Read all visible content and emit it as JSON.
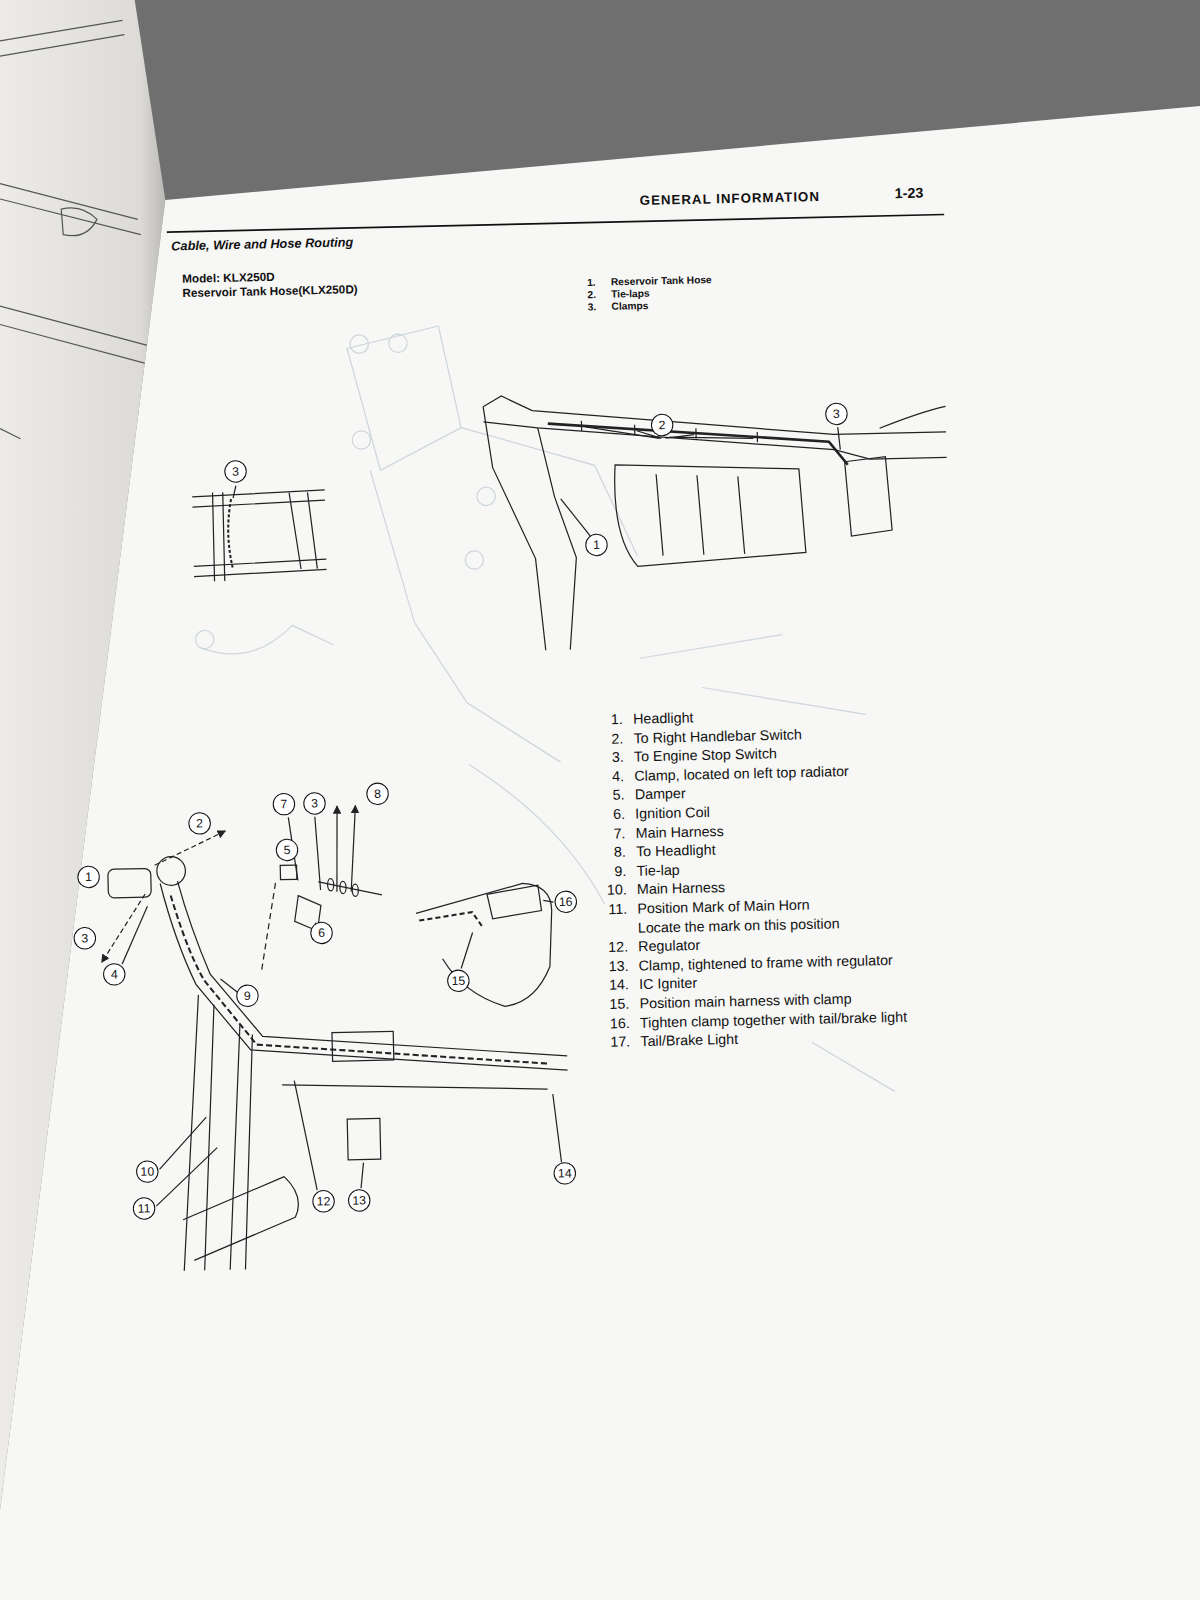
{
  "diagram": {
    "title": "Cable, Wire and Hose Routing",
    "nodes": [
      {
        "text": [
          "2"
        ]
      },
      {
        "text": [
          "3"
        ]
      },
      {
        "text": [
          "3"
        ]
      },
      {
        "text": [
          "1"
        ]
      },
      {
        "text": [
          "8"
        ]
      },
      {
        "text": [
          "7"
        ]
      },
      {
        "text": [
          "3"
        ]
      },
      {
        "text": [
          "2"
        ]
      },
      {
        "text": [
          "5"
        ]
      },
      {
        "text": [
          "1"
        ]
      },
      {
        "text": [
          "16"
        ]
      },
      {
        "text": [
          "3"
        ]
      },
      {
        "text": [
          "6"
        ]
      },
      {
        "text": [
          "4"
        ]
      },
      {
        "text": [
          "15"
        ]
      },
      {
        "text": [
          "9"
        ]
      },
      {
        "text": [
          "10"
        ]
      },
      {
        "text": [
          "14"
        ]
      },
      {
        "text": [
          "11"
        ]
      },
      {
        "text": [
          "12"
        ]
      },
      {
        "text": [
          "13"
        ]
      }
    ],
    "labels": [
      "GENERAL INFORMATION",
      "1-23",
      "Model: KLX250D",
      "Reservoir Tank Hose(KLX250D)",
      "1.",
      "Reservoir Tank Hose",
      "2.",
      "Tie-laps",
      "3.",
      "Clamps",
      "1.",
      "Headlight",
      "2.",
      "To Right Handlebar Switch",
      "3.",
      "To Engine Stop Switch",
      "4.",
      "Clamp, located on left top radiator",
      "5.",
      "Damper",
      "6.",
      "Ignition Coil",
      "7.",
      "Main Harness",
      "8.",
      "To Headlight",
      "9.",
      "Tie-lap",
      "10.",
      "Main Harness",
      "11.",
      "Position Mark of Main Horn",
      "Locate the mark on this position",
      "12.",
      "Regulator",
      "13.",
      "Clamp, tightened to frame with regulator",
      "14.",
      "IC Igniter",
      "15.",
      "Position main harness with clamp",
      "16.",
      "Tighten clamp together with tail/brake light",
      "17.",
      "Tail/Brake Light"
    ]
  }
}
